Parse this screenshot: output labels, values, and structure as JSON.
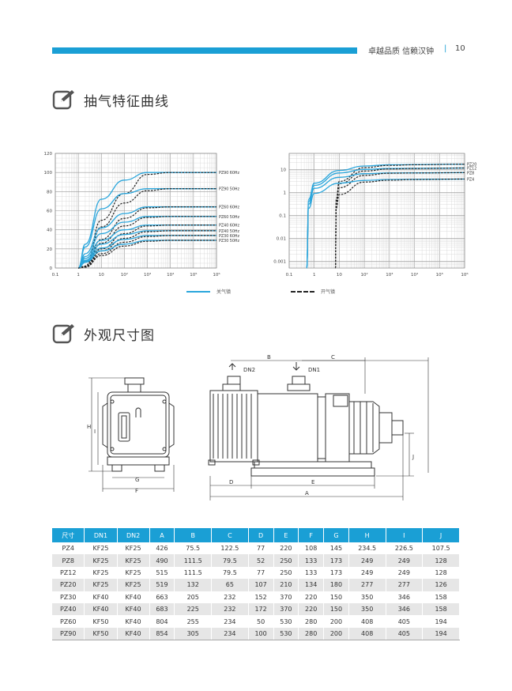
{
  "header": {
    "slogan": "卓越品质 信赖汉钟",
    "separator": "|",
    "page": "10"
  },
  "sections": {
    "curves": {
      "title": "抽气特征曲线"
    },
    "dimensions": {
      "title": "外观尺寸图"
    }
  },
  "icons": {
    "section_icon": "edit-icon"
  },
  "colors": {
    "accent": "#1a9fd5",
    "curve_closed": "#2aa6dc",
    "curve_open": "#222222",
    "table_alt_row": "#e6e6e6"
  },
  "chart_data": [
    {
      "type": "line",
      "x_scale": "log",
      "xlim": [
        0.1,
        1000000
      ],
      "ylim": [
        0,
        120
      ],
      "yticks": [
        "0",
        "20",
        "40",
        "60",
        "80",
        "100",
        "120"
      ],
      "xticks": [
        "0.1",
        "1",
        "10",
        "10²",
        "10³",
        "10⁴",
        "10⁵",
        "10⁶"
      ],
      "legend_position": "bottom",
      "grid": true,
      "curve_labels": [
        "PZ90 60Hz",
        "PZ90 50Hz",
        "PZ60 60Hz",
        "PZ60 50Hz",
        "PZ40 60Hz",
        "PZ40 50Hz",
        "PZ30 60Hz",
        "PZ30 50Hz"
      ],
      "series": [
        {
          "name": "PZ90 60Hz",
          "x": [
            1,
            2,
            10,
            100,
            1000,
            10000,
            1000000
          ],
          "closed": [
            0,
            25,
            72,
            92,
            100,
            100,
            100
          ],
          "open": [
            0,
            2,
            50,
            78,
            98,
            100,
            100
          ],
          "final": 100
        },
        {
          "name": "PZ90 50Hz",
          "x": [
            1,
            2,
            10,
            100,
            1000,
            10000,
            1000000
          ],
          "closed": [
            0,
            22,
            62,
            78,
            83,
            83,
            83
          ],
          "open": [
            0,
            2,
            43,
            68,
            81,
            83,
            83
          ],
          "final": 83
        },
        {
          "name": "PZ60 60Hz",
          "x": [
            1,
            2,
            10,
            100,
            1000,
            10000,
            1000000
          ],
          "closed": [
            0,
            15,
            42,
            57,
            64,
            64,
            64
          ],
          "open": [
            0,
            1,
            30,
            52,
            63,
            64,
            64
          ],
          "final": 64
        },
        {
          "name": "PZ60 50Hz",
          "x": [
            1,
            2,
            10,
            100,
            1000,
            10000,
            1000000
          ],
          "closed": [
            0,
            12,
            36,
            48,
            54,
            54,
            54
          ],
          "open": [
            0,
            1,
            26,
            44,
            53,
            54,
            54
          ],
          "final": 54
        },
        {
          "name": "PZ40 60Hz",
          "x": [
            1,
            2,
            10,
            100,
            1000,
            10000,
            1000000
          ],
          "closed": [
            0,
            10,
            29,
            40,
            45,
            45,
            45
          ],
          "open": [
            0,
            1,
            20,
            36,
            44,
            45,
            45
          ],
          "final": 45
        },
        {
          "name": "PZ40 50Hz",
          "x": [
            1,
            2,
            10,
            100,
            1000,
            10000,
            1000000
          ],
          "closed": [
            0,
            8,
            25,
            35,
            39,
            39,
            39
          ],
          "open": [
            0,
            1,
            18,
            31,
            38,
            39,
            39
          ],
          "final": 39
        },
        {
          "name": "PZ30 60Hz",
          "x": [
            1,
            2,
            10,
            100,
            1000,
            10000,
            1000000
          ],
          "closed": [
            0,
            7,
            21,
            30,
            34,
            34,
            34
          ],
          "open": [
            0,
            1,
            15,
            27,
            33,
            34,
            34
          ],
          "final": 34
        },
        {
          "name": "PZ30 50Hz",
          "x": [
            1,
            2,
            10,
            100,
            1000,
            10000,
            1000000
          ],
          "closed": [
            0,
            6,
            18,
            25,
            29,
            29,
            29
          ],
          "open": [
            0,
            1,
            13,
            23,
            28,
            29,
            29
          ],
          "final": 29
        }
      ],
      "legend": {
        "closed": "关气镇"
      }
    },
    {
      "type": "line",
      "x_scale": "log",
      "y_scale": "log",
      "xlim": [
        0.1,
        1000000
      ],
      "ylim": [
        0.0005,
        50
      ],
      "yticks": [
        "0.001",
        "0.01",
        "0.1",
        "1",
        "10"
      ],
      "xticks": [
        "0.1",
        "1",
        "10",
        "10²",
        "10³",
        "10⁴",
        "10⁵",
        "10⁶"
      ],
      "legend_position": "bottom",
      "grid": true,
      "curve_labels": [
        "PZ20",
        "PZ12",
        "PZ8",
        "PZ4"
      ],
      "series": [
        {
          "name": "PZ20",
          "x": [
            0.5,
            0.6,
            1,
            10,
            100,
            1000,
            1000000
          ],
          "closed": [
            0.0005,
            0.5,
            2.5,
            9,
            14,
            16,
            17
          ],
          "open_x": [
            7,
            7.5,
            10,
            100,
            1000,
            10000,
            1000000
          ],
          "open": [
            0.0005,
            0.5,
            3,
            12,
            15,
            16,
            17
          ],
          "final": 17
        },
        {
          "name": "PZ12",
          "x": [
            0.5,
            0.6,
            1,
            10,
            100,
            1000,
            1000000
          ],
          "closed": [
            0.0005,
            0.4,
            2,
            7,
            10,
            11,
            11.5
          ],
          "open_x": [
            7,
            7.5,
            10,
            100,
            1000,
            10000,
            1000000
          ],
          "open": [
            0.0005,
            0.4,
            2.4,
            8.5,
            10.5,
            11,
            11.5
          ],
          "final": 11.5
        },
        {
          "name": "PZ8",
          "x": [
            0.5,
            0.6,
            1,
            10,
            100,
            1000,
            1000000
          ],
          "closed": [
            0.0005,
            0.3,
            1.5,
            4.5,
            6.5,
            7,
            7.2
          ],
          "open_x": [
            7,
            7.5,
            10,
            100,
            1000,
            10000,
            1000000
          ],
          "open": [
            0.0005,
            0.3,
            1.6,
            5.5,
            6.8,
            7,
            7.2
          ],
          "final": 7.2
        },
        {
          "name": "PZ4",
          "x": [
            0.5,
            0.6,
            1,
            10,
            100,
            1000,
            1000000
          ],
          "closed": [
            0.0005,
            0.2,
            0.9,
            2.5,
            3.3,
            3.6,
            3.8
          ],
          "open_x": [
            7,
            7.5,
            10,
            100,
            1000,
            10000,
            1000000
          ],
          "open": [
            0.0005,
            0.2,
            0.8,
            2.8,
            3.4,
            3.6,
            3.8
          ],
          "final": 3.8
        }
      ],
      "legend": {
        "open": "开气镇"
      }
    }
  ],
  "drawing": {
    "labels": {
      "H": "H",
      "I": "I",
      "G": "G",
      "F": "F",
      "B": "B",
      "C": "C",
      "D": "D",
      "E": "E",
      "A": "A",
      "J": "J",
      "DN1": "DN1",
      "DN2": "DN2"
    }
  },
  "table": {
    "headers": [
      "尺寸",
      "DN1",
      "DN2",
      "A",
      "B",
      "C",
      "D",
      "E",
      "F",
      "G",
      "H",
      "I",
      "J"
    ],
    "rows": [
      [
        "PZ4",
        "KF25",
        "KF25",
        "426",
        "75.5",
        "122.5",
        "77",
        "220",
        "108",
        "145",
        "234.5",
        "226.5",
        "107.5"
      ],
      [
        "PZ8",
        "KF25",
        "KF25",
        "490",
        "111.5",
        "79.5",
        "52",
        "250",
        "133",
        "173",
        "249",
        "249",
        "128"
      ],
      [
        "PZ12",
        "KF25",
        "KF25",
        "515",
        "111.5",
        "79.5",
        "77",
        "250",
        "133",
        "173",
        "249",
        "249",
        "128"
      ],
      [
        "PZ20",
        "KF25",
        "KF25",
        "519",
        "132",
        "65",
        "107",
        "210",
        "134",
        "180",
        "277",
        "277",
        "126"
      ],
      [
        "PZ30",
        "KF40",
        "KF40",
        "663",
        "205",
        "232",
        "152",
        "370",
        "220",
        "150",
        "350",
        "346",
        "158"
      ],
      [
        "PZ40",
        "KF40",
        "KF40",
        "683",
        "225",
        "232",
        "172",
        "370",
        "220",
        "150",
        "350",
        "346",
        "158"
      ],
      [
        "PZ60",
        "KF50",
        "KF40",
        "804",
        "255",
        "234",
        "50",
        "530",
        "280",
        "200",
        "408",
        "405",
        "194"
      ],
      [
        "PZ90",
        "KF50",
        "KF40",
        "854",
        "305",
        "234",
        "100",
        "530",
        "280",
        "200",
        "408",
        "405",
        "194"
      ]
    ]
  }
}
